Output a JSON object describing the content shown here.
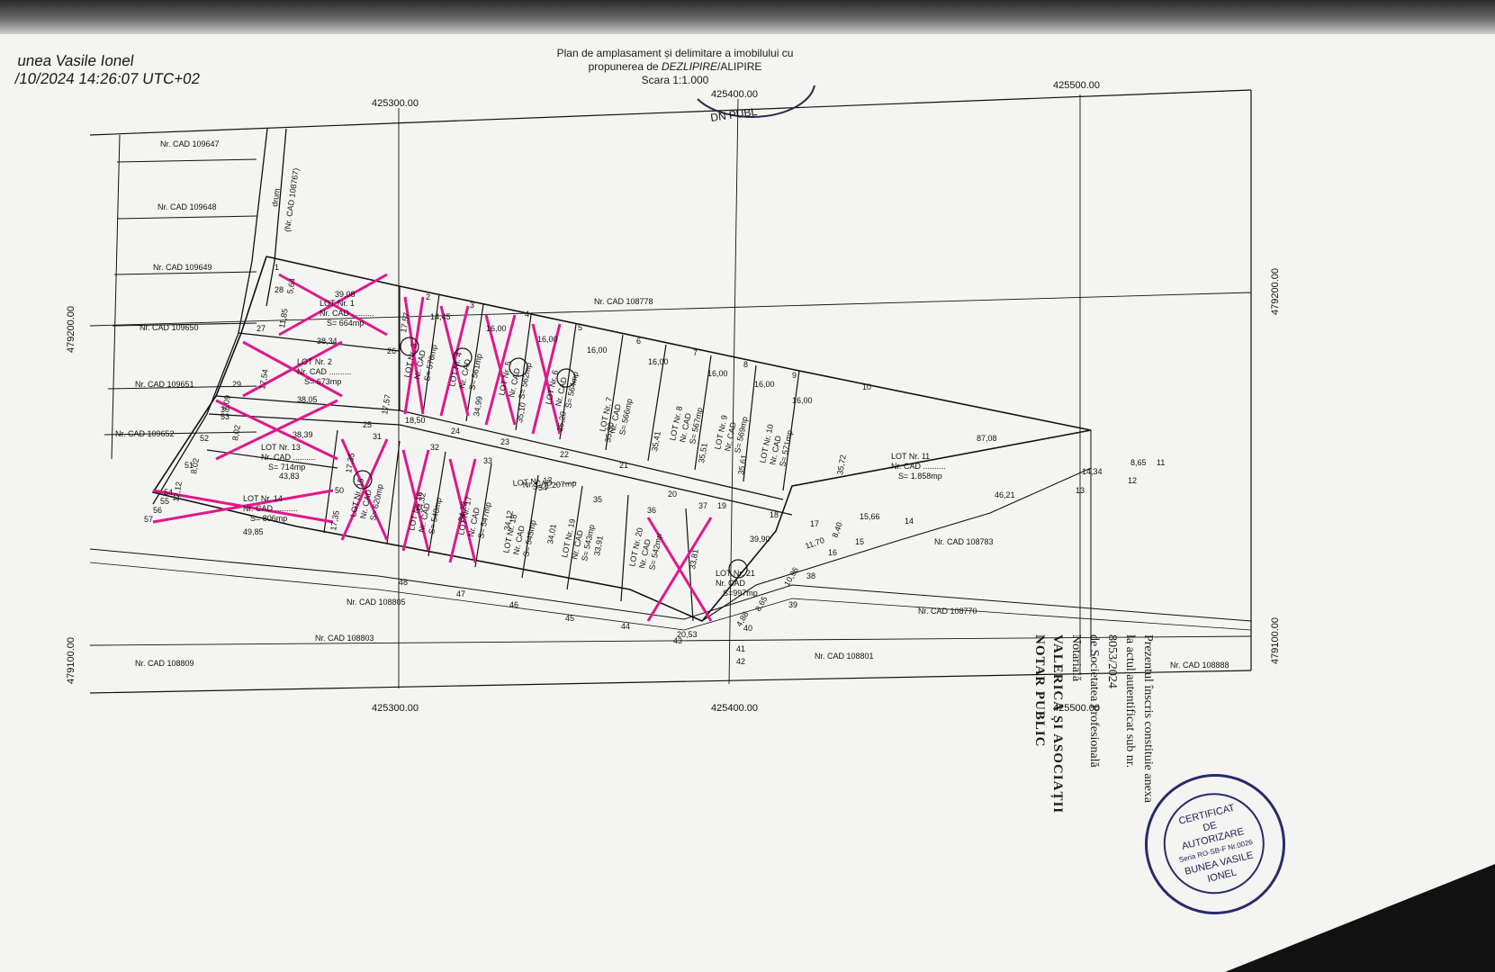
{
  "header": {
    "signer": "unea Vasile Ionel",
    "timestamp": "/10/2024 14:26:07 UTC+02"
  },
  "title": {
    "line1": "Plan de amplasament și delimitare a imobilului cu",
    "line2_prefix": "propunerea de ",
    "line2_italic": "DEZLIPIRE",
    "line2_rest": "/ALIPIRE",
    "scale": "Scara 1:1.000"
  },
  "grid": {
    "x_top": [
      "425300.00",
      "425400.00",
      "425500.00"
    ],
    "x_bottom": [
      "425300.00",
      "425400.00",
      "425500.00"
    ],
    "y_left": [
      "479200.00",
      "479100.00"
    ],
    "y_right": [
      "479200.00",
      "479100.00"
    ]
  },
  "cad_labels": [
    "Nr. CAD 109647",
    "Nr. CAD 109648",
    "Nr. CAD 109649",
    "Nr. CAD 109650",
    "Nr. CAD 109651",
    "Nr. CAD 109652",
    "Nr. CAD 108778",
    "Nr. CAD 108783",
    "Nr. CAD 108805",
    "Nr. CAD 108803",
    "Nr. CAD 108809",
    "Nr. CAD 108801",
    "Nr. CAD 108770",
    "Nr. CAD 108888"
  ],
  "road": {
    "label1": "drum",
    "label2": "(Nr. CAD 108767)",
    "stamp": "DN PUBL"
  },
  "lots": [
    {
      "name": "LOT Nr. 1",
      "cad": "Nr. CAD ..........",
      "area": "S= 664mp"
    },
    {
      "name": "LOT Nr. 2",
      "cad": "Nr. CAD ..........",
      "area": "S= 673mp"
    },
    {
      "name": "LOT Nr. 3",
      "cad": "Nr. CAD",
      "area": "S= 576mp"
    },
    {
      "name": "LOT Nr. 4",
      "cad": "Nr. CAD",
      "area": "S= 561mp"
    },
    {
      "name": "LOT Nr. 5",
      "cad": "Nr. CAD",
      "area": "S= 562mp"
    },
    {
      "name": "LOT Nr. 6",
      "cad": "Nr. CAD",
      "area": "S= 564mp"
    },
    {
      "name": "LOT Nr. 7",
      "cad": "Nr. CAD",
      "area": "S= 566mp"
    },
    {
      "name": "LOT Nr. 8",
      "cad": "Nr. CAD",
      "area": "S= 567mp"
    },
    {
      "name": "LOT Nr. 9",
      "cad": "Nr. CAD",
      "area": "S= 569mp"
    },
    {
      "name": "LOT Nr. 10",
      "cad": "Nr. CAD",
      "area": "S= 571mp"
    },
    {
      "name": "LOT Nr. 11",
      "cad": "Nr. CAD ..........",
      "area": "S= 1.858mp"
    },
    {
      "name": "LOT Nr. 12",
      "cad": "Nr. CAD ..........",
      "area": "S= 1.207mp"
    },
    {
      "name": "LOT Nr. 13",
      "cad": "Nr. CAD ..........",
      "area": "S= 714mp"
    },
    {
      "name": "LOT Nr. 14",
      "cad": "Nr. CAD ..........",
      "area": "S= 806mp"
    },
    {
      "name": "LOT Nr. 15",
      "cad": "Nr. CAD",
      "area": "S= 620mp"
    },
    {
      "name": "LOT Nr. 16",
      "cad": "Nr. CAD",
      "area": "S= 548mp"
    },
    {
      "name": "LOT Nr. 17",
      "cad": "Nr. CAD",
      "area": "S= 547mp"
    },
    {
      "name": "LOT Nr. 18",
      "cad": "Nr. CAD",
      "area": "S= 545mp"
    },
    {
      "name": "LOT Nr. 19",
      "cad": "Nr. CAD",
      "area": "S= 543mp"
    },
    {
      "name": "LOT Nr. 20",
      "cad": "Nr. CAD",
      "area": "S= 542mp"
    },
    {
      "name": "LOT Nr. 21",
      "cad": "Nr. CAD",
      "area": "S=997mp"
    }
  ],
  "points": [
    "1",
    "2",
    "3",
    "4",
    "5",
    "6",
    "7",
    "8",
    "9",
    "10",
    "11",
    "12",
    "13",
    "14",
    "15",
    "16",
    "17",
    "18",
    "19",
    "20",
    "21",
    "22",
    "23",
    "24",
    "25",
    "26",
    "27",
    "28",
    "29",
    "30",
    "31",
    "32",
    "33",
    "34",
    "35",
    "36",
    "37",
    "38",
    "39",
    "40",
    "41",
    "42",
    "43",
    "44",
    "45",
    "46",
    "47",
    "48",
    "50",
    "51",
    "52",
    "53",
    "54",
    "55",
    "56",
    "57"
  ],
  "dimensions": [
    "39,08",
    "14,45",
    "16,00",
    "16,00",
    "16,00",
    "16,00",
    "16,00",
    "16,00",
    "16,00",
    "87,08",
    "38,34",
    "38,05",
    "11,85",
    "5,64",
    "17,54",
    "17,57",
    "17,57",
    "18,50",
    "34,99",
    "35,10",
    "35,20",
    "35,30",
    "35,41",
    "35,51",
    "35,61",
    "35,72",
    "38,39",
    "43,83",
    "49,85",
    "12,12",
    "8,02",
    "8,02",
    "7,09",
    "17,35",
    "17,35",
    "34,32",
    "34,22",
    "34,12",
    "34,01",
    "33,91",
    "33,81",
    "39,90",
    "11,70",
    "10,96",
    "8,65",
    "4,88",
    "20,53",
    "46,21",
    "14,34",
    "8,65",
    "15,66",
    "8,40"
  ],
  "notary": {
    "l1": "Prezentul înscris constituie anexa",
    "l2": "la actul autentificat sub nr. 8053/2024",
    "l3": "de Societatea Profesională Notarială",
    "l4": "VALERICA ȘI ASOCIAȚII",
    "l5": "NOTAR PUBLIC"
  },
  "stamp": {
    "l1": "CERTIFICAT",
    "l2": "DE",
    "l3": "AUTORIZARE",
    "l4": "Seria RO-SB-F Nr.0026",
    "l5": "BUNEA VASILE",
    "l6": "IONEL"
  },
  "colors": {
    "pink": "#e0188a",
    "ink": "#111111",
    "paper": "#f4f4f2"
  }
}
